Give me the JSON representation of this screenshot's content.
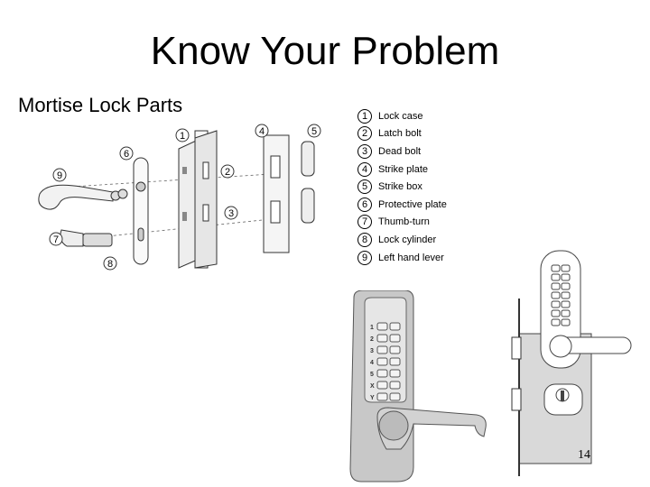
{
  "title": "Know Your Problem",
  "subtitle": "Mortise Lock Parts",
  "legend": [
    {
      "num": "1",
      "label": "Lock case"
    },
    {
      "num": "2",
      "label": "Latch bolt"
    },
    {
      "num": "3",
      "label": "Dead bolt"
    },
    {
      "num": "4",
      "label": "Strike plate"
    },
    {
      "num": "5",
      "label": "Strike box"
    },
    {
      "num": "6",
      "label": "Protective plate"
    },
    {
      "num": "7",
      "label": "Thumb-turn"
    },
    {
      "num": "8",
      "label": "Lock cylinder"
    },
    {
      "num": "9",
      "label": "Left hand lever"
    }
  ],
  "keypad_left": {
    "keys": [
      "1",
      "2",
      "3",
      "4",
      "5",
      "X",
      "Y"
    ]
  },
  "page_number": "14"
}
